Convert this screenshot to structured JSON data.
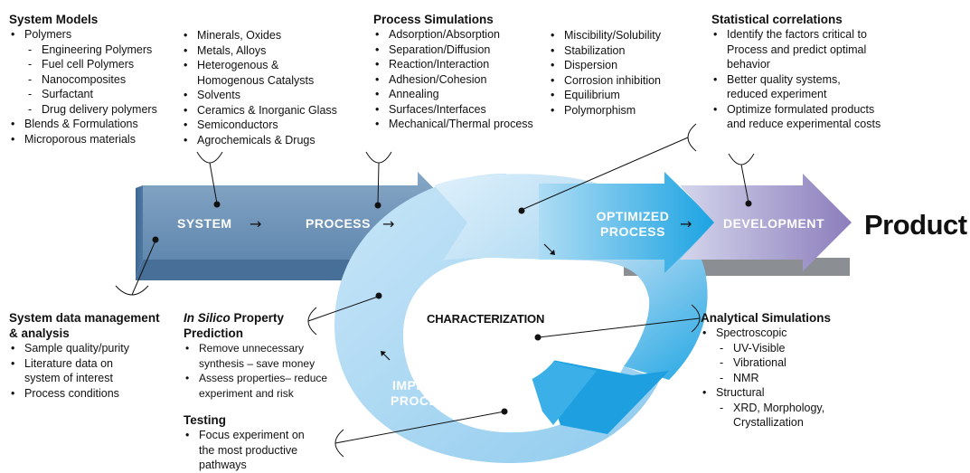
{
  "system_models": {
    "title": "System Models",
    "col1": [
      {
        "text": "Polymers",
        "sub": false
      },
      {
        "text": "Engineering Polymers",
        "sub": true
      },
      {
        "text": "Fuel cell Polymers",
        "sub": true
      },
      {
        "text": "Nanocomposites",
        "sub": true
      },
      {
        "text": "Surfactant",
        "sub": true
      },
      {
        "text": "Drug delivery polymers",
        "sub": true
      },
      {
        "text": "Blends & Formulations",
        "sub": false
      },
      {
        "text": "Microporous materials",
        "sub": false
      }
    ],
    "col2": [
      "Minerals, Oxides",
      "Metals, Alloys",
      "Heterogenous & Homogenous Catalysts",
      "Solvents",
      "Ceramics & Inorganic Glass",
      "Semiconductors",
      "Agrochemicals & Drugs"
    ]
  },
  "process_simulations": {
    "title": "Process Simulations",
    "col1": [
      "Adsorption/Absorption",
      "Separation/Diffusion",
      "Reaction/Interaction",
      "Adhesion/Cohesion",
      "Annealing",
      "Surfaces/Interfaces",
      "Mechanical/Thermal process"
    ],
    "col2": [
      "Miscibility/Solubility",
      "Stabilization",
      "Dispersion",
      "Corrosion inhibition",
      "Equilibrium",
      "Polymorphism"
    ]
  },
  "statistical_correlations": {
    "title": "Statistical correlations",
    "items": [
      "Identify the factors critical to Process and predict optimal behavior",
      "Better quality systems, reduced experiment",
      "Optimize formulated products and reduce experimental costs"
    ]
  },
  "system_data": {
    "title": "System data management & analysis",
    "items": [
      "Sample quality/purity",
      "Literature data on system of interest",
      "Process conditions"
    ]
  },
  "in_silico": {
    "title_italic": "In Silico",
    "title_rest": " Property Prediction",
    "items": [
      "Remove unnecessary synthesis – save money",
      "Assess properties– reduce experiment and risk"
    ]
  },
  "testing": {
    "title": "Testing",
    "items": [
      "Focus experiment on the most productive pathways"
    ]
  },
  "analytical_simulations": {
    "title": "Analytical Simulations",
    "items": [
      {
        "text": "Spectroscopic",
        "sub": false
      },
      {
        "text": "UV-Visible",
        "sub": true
      },
      {
        "text": "Vibrational",
        "sub": true
      },
      {
        "text": "NMR",
        "sub": true
      },
      {
        "text": "Structural",
        "sub": false
      },
      {
        "text": "XRD, Morphology, Crystallization",
        "sub": true
      }
    ]
  },
  "diagram": {
    "system_label": "SYSTEM",
    "process_label": "PROCESS",
    "optimized_label_1": "OPTIMIZED",
    "optimized_label_2": "PROCESS",
    "development_label": "DEVELOPMENT",
    "improve_label_1": "IMPROVE",
    "improve_label_2": "PROCESS",
    "characterization_label": "CHARACTERIZATION",
    "product_label": "Product",
    "arrow_glyph": "→"
  }
}
